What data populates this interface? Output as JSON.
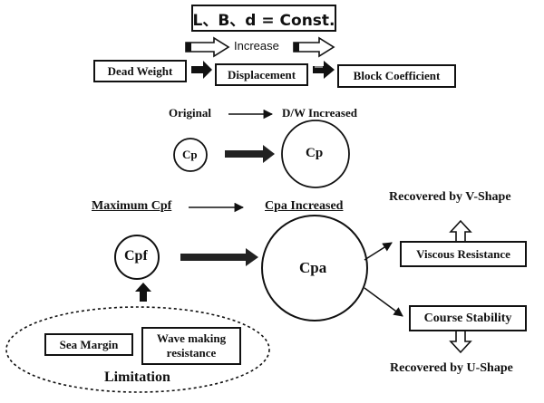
{
  "header": {
    "constant": "L、B、d  =  Const.",
    "increase": "Increase"
  },
  "row1": {
    "dead_weight": "Dead Weight",
    "displacement": "Displacement",
    "block_coefficient": "Block Coefficient"
  },
  "row2": {
    "original": "Original",
    "dw_increased": "D/W Increased"
  },
  "row3": {
    "cp_small": "Cp",
    "cp_large": "Cp"
  },
  "row4": {
    "maximum_cpf": "Maximum Cpf",
    "cpa_increased": "Cpa Increased",
    "recovered_v": "Recovered by V-Shape"
  },
  "row5": {
    "cpf": "Cpf",
    "cpa": "Cpa",
    "viscous_resistance": "Viscous Resistance",
    "course_stability": "Course Stability",
    "recovered_u": "Recovered by U-Shape"
  },
  "limitation": {
    "sea_margin": "Sea Margin",
    "wave_making_line1": "Wave making",
    "wave_making_line2": "resistance",
    "label": "Limitation"
  },
  "colors": {
    "ink": "#111111",
    "background": "#ffffff"
  },
  "icons": [
    "hollow-arrow-icon",
    "bold-arrow-icon",
    "thin-arrow-icon",
    "double-arrow-icon",
    "up-arrow-icon"
  ]
}
